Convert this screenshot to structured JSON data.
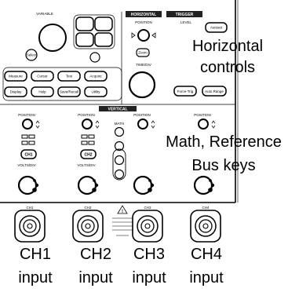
{
  "panel_labels": {
    "variable": "VARIABLE",
    "select": "Select",
    "horizontal": "HORIZONTAL",
    "trigger": "TRIGGER",
    "position": "POSITION",
    "level": "LEVEL",
    "autoset": "Autoset",
    "zoom": "Zoom",
    "time_div": "TIME/DIV",
    "force_trig": "Force-Trig",
    "auto_range": "Auto Range",
    "vertical": "VERTICAL",
    "math": "MATH",
    "volts_div": "VOLTS/DIV",
    "menu_row1": [
      "Measure",
      "Cursor",
      "Test",
      "Acquire"
    ],
    "menu_row2": [
      "Display",
      "Help",
      "Save/Recall",
      "Utility"
    ]
  },
  "channel_keys": [
    "CH1",
    "CH2"
  ],
  "callouts": {
    "horizontal_line1": "Horizontal",
    "horizontal_line2": "controls",
    "math_line1": "Math, Reference",
    "math_line2": "Bus keys"
  },
  "inputs": [
    {
      "name": "CH1",
      "sub": "input"
    },
    {
      "name": "CH2",
      "sub": "input"
    },
    {
      "name": "CH3",
      "sub": "input"
    },
    {
      "name": "CH4",
      "sub": "input"
    }
  ]
}
